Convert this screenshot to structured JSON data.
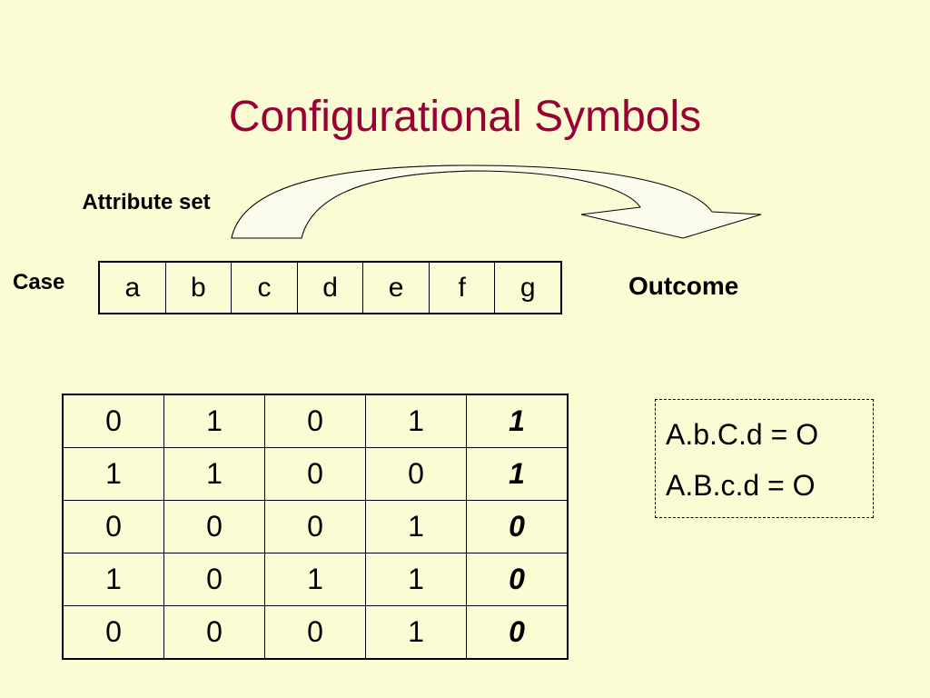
{
  "title": "Configurational Symbols",
  "labels": {
    "attribute_set": "Attribute set",
    "case": "Case",
    "outcome": "Outcome"
  },
  "case_row": [
    "a",
    "b",
    "c",
    "d",
    "e",
    "f",
    "g"
  ],
  "table_rows": [
    [
      "0",
      "1",
      "0",
      "1",
      "1"
    ],
    [
      "1",
      "1",
      "0",
      "0",
      "1"
    ],
    [
      "0",
      "0",
      "0",
      "1",
      "0"
    ],
    [
      "1",
      "0",
      "1",
      "1",
      "0"
    ],
    [
      "0",
      "0",
      "0",
      "1",
      "0"
    ]
  ],
  "formulas": [
    "A.b.C.d = O",
    "A.B.c.d = O"
  ],
  "colors": {
    "background": "#fcfcd4",
    "title": "#990033",
    "arrow_back": "#d0d0d0",
    "arrow_front": "#fcfcec"
  }
}
